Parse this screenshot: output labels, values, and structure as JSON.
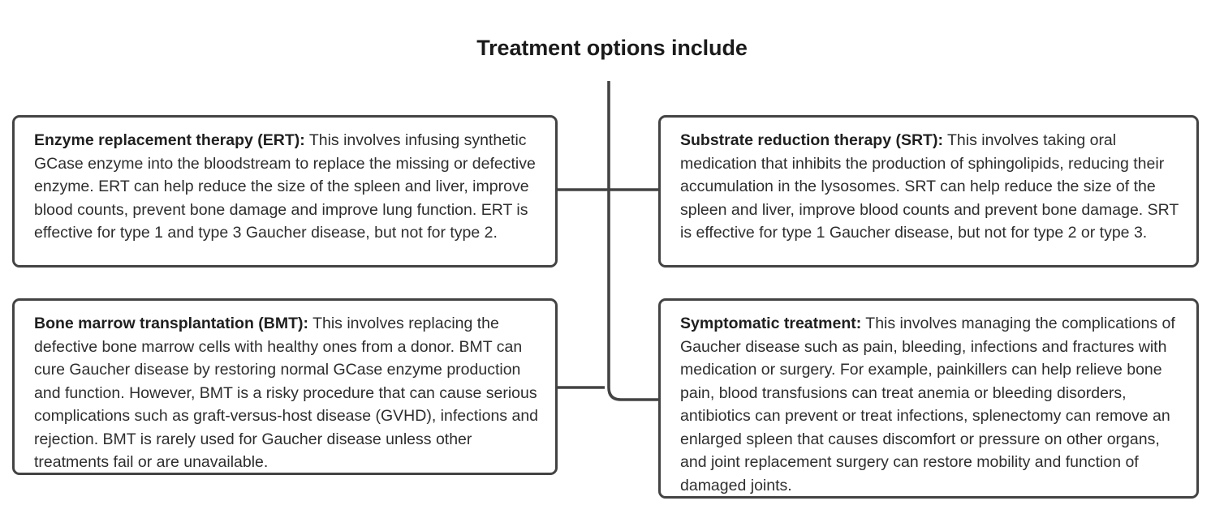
{
  "diagram": {
    "type": "tree",
    "title": "Treatment options include",
    "orientation": "horizontal-split",
    "colors": {
      "border": "#434343",
      "text": "#2e2e2e",
      "title": "#1a1a1a",
      "background": "#ffffff",
      "connector": "#434343"
    },
    "nodes": [
      {
        "id": "ert",
        "position": "top-left",
        "lead": "Enzyme replacement therapy (ERT):",
        "body": " This involves infusing synthetic GCase enzyme into the bloodstream to replace the missing or defective enzyme. ERT can help reduce the size of the spleen and liver, improve blood counts, prevent bone damage and improve lung function. ERT is effective for type 1 and type 3 Gaucher disease, but not for type 2."
      },
      {
        "id": "srt",
        "position": "top-right",
        "lead": "Substrate reduction therapy (SRT):",
        "body": " This involves taking oral medication that inhibits the production of sphingolipids, reducing their accumulation in the lysosomes. SRT can help reduce the size of the spleen and liver, improve blood counts and prevent bone damage. SRT is effective for type 1 Gaucher disease, but not for type 2 or type 3."
      },
      {
        "id": "bmt",
        "position": "bottom-left",
        "lead": "Bone marrow transplantation (BMT):",
        "body": " This involves replacing the defective bone marrow cells with healthy ones from a donor. BMT can cure Gaucher disease by restoring normal GCase enzyme production and function. However, BMT is a risky procedure that can cause serious complications such as graft-versus-host disease (GVHD), infections and rejection. BMT is rarely used for Gaucher disease unless other treatments fail or are unavailable."
      },
      {
        "id": "sym",
        "position": "bottom-right",
        "lead": "Symptomatic treatment:",
        "body": " This involves managing the complications of Gaucher disease such as pain, bleeding, infections and fractures with medication or surgery. For example, painkillers can help relieve bone pain, blood transfusions can treat anemia or bleeding disorders, antibiotics can prevent or treat infections, splenectomy can remove an enlarged spleen that causes discomfort or pressure on other organs, and joint replacement surgery can restore mobility and function of damaged joints."
      }
    ]
  }
}
